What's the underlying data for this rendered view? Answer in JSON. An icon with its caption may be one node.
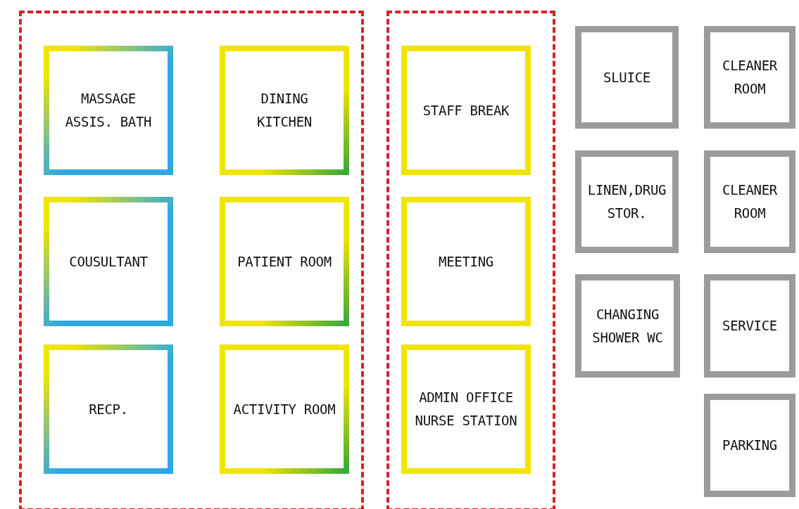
{
  "diagram": {
    "nodes": [
      {
        "text": [],
        "shape": "box"
      },
      {
        "text": [
          "MASSAGE ASSIS. BATH"
        ],
        "in": 0
      },
      {
        "text": [
          "DINING KITCHEN"
        ],
        "in": 0
      },
      {
        "text": [
          "COUSULTANT"
        ],
        "in": 0
      },
      {
        "text": [
          "PATIENT ROOM"
        ],
        "in": 0
      },
      {
        "text": [
          "RECP."
        ],
        "in": 0
      },
      {
        "text": [
          "ACTIVITY ROOM"
        ],
        "in": 0
      },
      {
        "text": [],
        "shape": "box"
      },
      {
        "text": [
          "STAFF BREAK"
        ],
        "in": 7
      },
      {
        "text": [
          "MEETING"
        ],
        "in": 7
      },
      {
        "text": [
          "ADMIN OFFICE NURSE STATION"
        ],
        "in": 7
      },
      {
        "text": [
          "SLUICE"
        ]
      },
      {
        "text": [
          "CLEANER ROOM"
        ]
      },
      {
        "text": [
          "LINEN,DRUG STOR."
        ]
      },
      {
        "text": [
          "CLEANER ROOM"
        ]
      },
      {
        "text": [
          "CHANGING SHOWER WC"
        ]
      },
      {
        "text": [
          "SERVICE"
        ]
      },
      {
        "text": [
          "PARKING"
        ]
      }
    ]
  }
}
